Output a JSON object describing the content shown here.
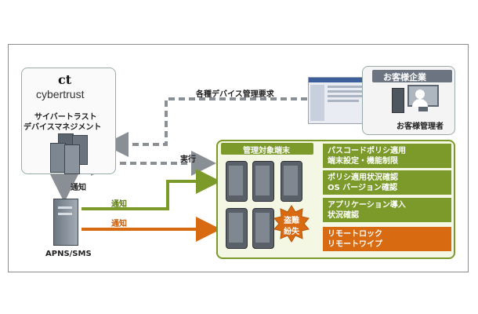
{
  "logo": {
    "mark": "ct",
    "text": "cybertrust"
  },
  "device_manager": {
    "line1": "サイバートラスト",
    "line2": "デバイスマネジメント"
  },
  "customer": {
    "title": "お客様企業",
    "admin_label": "お客様管理者"
  },
  "arrows": {
    "request": "各種デバイス管理要求",
    "execute": "実行",
    "notify_down": "通知",
    "notify_green": "通知",
    "notify_orange": "通知"
  },
  "apns": {
    "label": "APNS/SMS"
  },
  "managed": {
    "title": "管理対象端末",
    "theft_line1": "盗難",
    "theft_line2": "紛失",
    "features": [
      {
        "line1": "パスコードポリシ適用",
        "line2": "端末設定・機能制限"
      },
      {
        "line1": "ポリシ適用状況確認",
        "line2": "OS バージョン確認"
      },
      {
        "line1": "アプリケーション導入",
        "line2": "状況確認"
      },
      {
        "line1": "リモートロック",
        "line2": "リモートワイプ"
      }
    ]
  },
  "colors": {
    "green": "#7b9a2a",
    "orange": "#d86a12",
    "gray_arrow": "#8a8f96",
    "light_green_bg": "#f3f7e3"
  }
}
